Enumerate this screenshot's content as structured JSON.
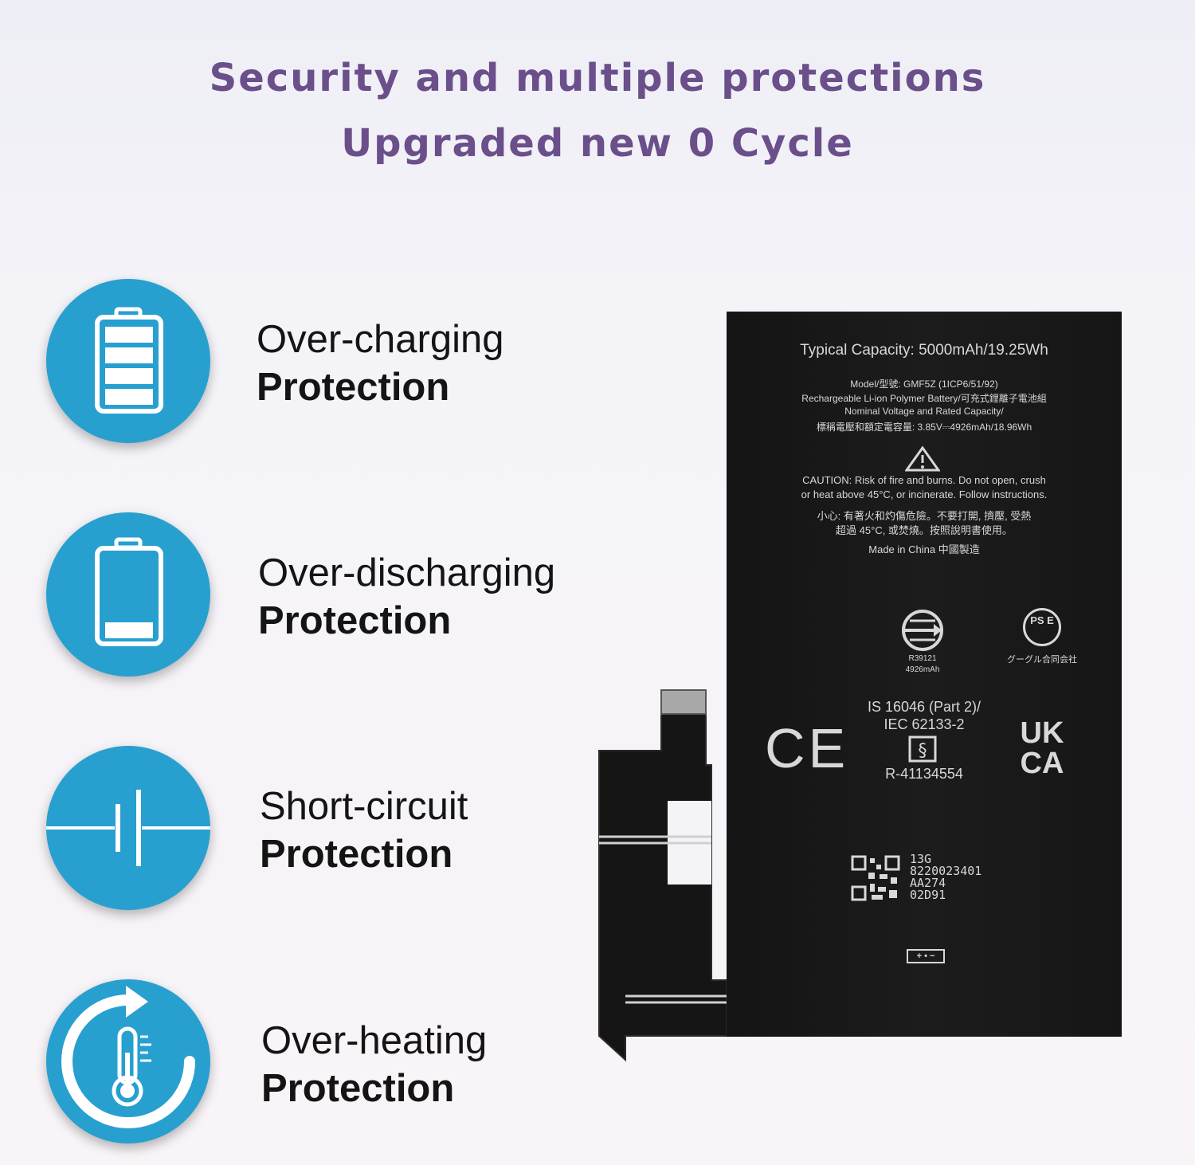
{
  "header": {
    "line1": "Security and multiple protections",
    "line2": "Upgraded new 0 Cycle"
  },
  "features": [
    {
      "icon": "battery-full-icon",
      "line1": "Over-charging",
      "line2": "Protection"
    },
    {
      "icon": "battery-low-icon",
      "line1": "Over-discharging",
      "line2": "Protection"
    },
    {
      "icon": "capacitor-icon",
      "line1": "Short-circuit",
      "line2": "Protection"
    },
    {
      "icon": "thermometer-refresh-icon",
      "line1": "Over-heating",
      "line2": "Protection"
    }
  ],
  "battery_label": {
    "capacity": "Typical Capacity: 5000mAh/19.25Wh",
    "model": "Model/型號: GMF5Z (1ICP6/51/92)",
    "type": "Rechargeable Li-ion Polymer Battery/可充式鋰離子電池組",
    "nominal": "Nominal Voltage and Rated Capacity/",
    "nominal_cn": "標稱電壓和額定電容量: 3.85V⎓4926mAh/18.96Wh",
    "caution1": "CAUTION: Risk of fire and burns. Do not open, crush",
    "caution2": "or heat above 45°C, or incinerate. Follow instructions.",
    "caution_cn1": "小心: 有著火和灼傷危險。不要打開, 擠壓, 受熱",
    "caution_cn2": "超過 45°C, 或焚燒。按照說明書使用。",
    "made_in": "Made in China 中國製造",
    "cert_code": "R39121",
    "cert_capacity": "4926mAh",
    "pse_company": "グーグル合同会社",
    "pse_mark": "PS E",
    "standard1": "IS 16046 (Part 2)/",
    "standard2": "IEC 62133-2",
    "bis_number": "R-41134554",
    "ce_mark": "CE",
    "ukca_top": "UK",
    "ukca_bottom": "CA",
    "serial1": "13G",
    "serial2": "8220023401",
    "serial3": "AA274",
    "serial4": "02D91",
    "polarity": "+ • −",
    "colors": {
      "label_text": "#d8d8d8",
      "cell": "#1a1919"
    }
  },
  "colors": {
    "heading": "#6a4f8a",
    "icon_circle": "#27a0d0",
    "feature_text": "#141414"
  }
}
